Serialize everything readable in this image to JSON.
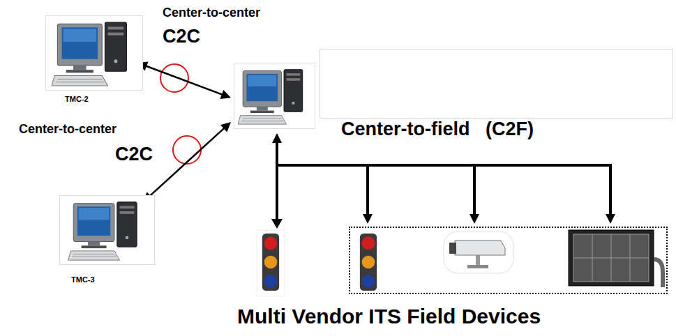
{
  "diagram": {
    "nodes": [
      {
        "text": [
          "TMC-2"
        ]
      },
      {
        "text": [
          "Center-to-field   (C2F)"
        ]
      },
      {
        "text": [
          "TMC-3"
        ]
      },
      {
        "text": [
          "Multi Vendor ITS Field Devices"
        ]
      }
    ],
    "edges": [
      {
        "from": 0,
        "to": 1,
        "arrow": "both"
      },
      {
        "from": 2,
        "to": 1,
        "arrow": "both"
      },
      {
        "from": 1,
        "to": 3,
        "arrow": "both"
      }
    ],
    "labels": [
      "Center-to-center",
      "C2C",
      "Center-to-center",
      "C2C"
    ]
  }
}
